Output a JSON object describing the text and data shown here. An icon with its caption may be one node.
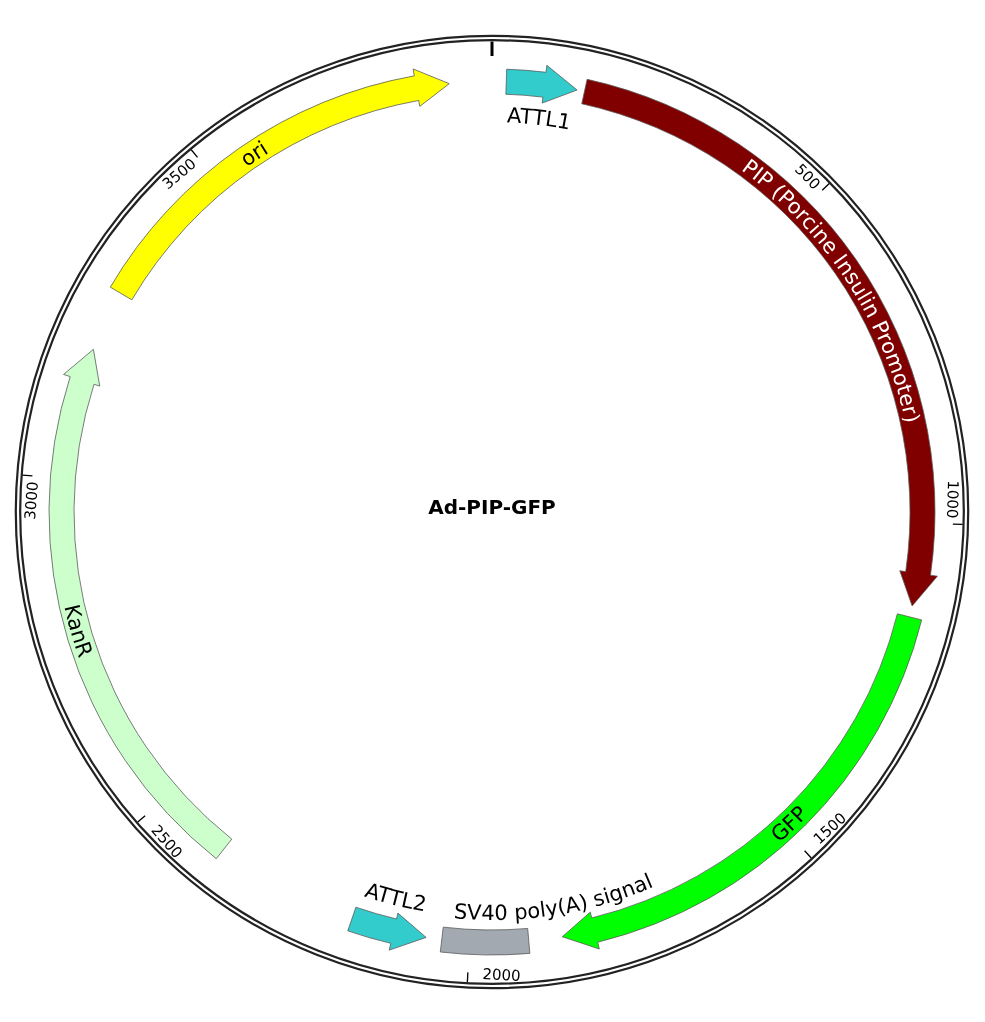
{
  "diagram": {
    "title": "Ad-PIP-GFP",
    "nodes": [
      {
        "text": [
          "ATTL1"
        ]
      },
      {
        "text": [
          "PIP (Porcine Insulin Promoter)"
        ]
      },
      {
        "text": [
          "GFP"
        ]
      },
      {
        "text": [
          "SV40 poly(A) signal"
        ]
      },
      {
        "text": [
          "ATTL2"
        ]
      },
      {
        "text": [
          "KanR"
        ]
      },
      {
        "text": [
          "ori"
        ]
      }
    ],
    "labels": [
      "500",
      "1000",
      "1500",
      "2000",
      "2500",
      "3000",
      "3500"
    ]
  }
}
